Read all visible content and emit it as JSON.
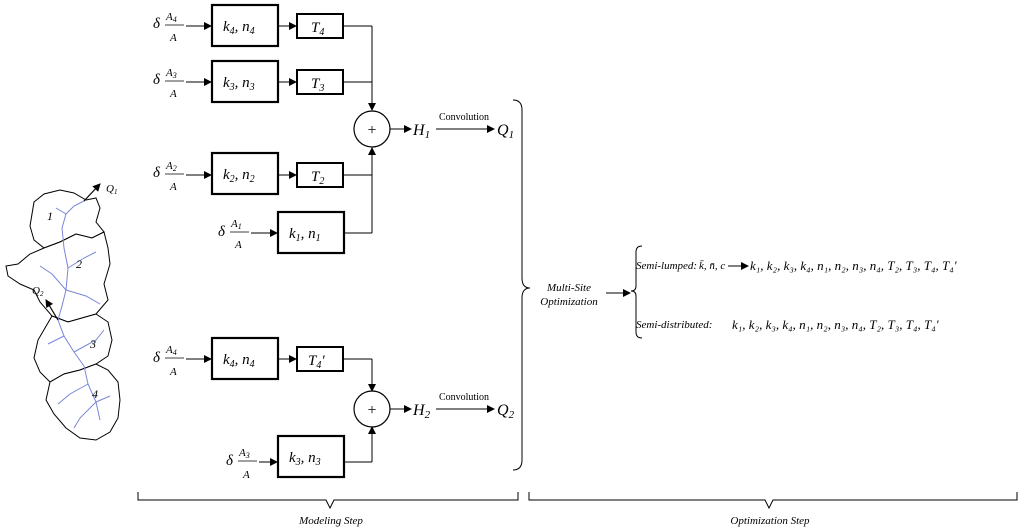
{
  "colors": {
    "stroke": "#000000",
    "river": "#7a86d8",
    "background": "#ffffff"
  },
  "map": {
    "subbasins": [
      "1",
      "2",
      "3",
      "4"
    ],
    "outlet_upper": "Q",
    "outlet_upper_sub": "1",
    "outlet_lower": "Q",
    "outlet_lower_sub": "2"
  },
  "inputs": {
    "delta": "δ",
    "area_total": "A",
    "area_prefix": "A",
    "subs": [
      "4",
      "3",
      "2",
      "1",
      "4",
      "3"
    ]
  },
  "blocks": [
    {
      "k": "k",
      "ksub": "4",
      "n": "n",
      "nsub": "4"
    },
    {
      "k": "k",
      "ksub": "3",
      "n": "n",
      "nsub": "3"
    },
    {
      "k": "k",
      "ksub": "2",
      "n": "n",
      "nsub": "2"
    },
    {
      "k": "k",
      "ksub": "1",
      "n": "n",
      "nsub": "1"
    },
    {
      "k": "k",
      "ksub": "4",
      "n": "n",
      "nsub": "4"
    },
    {
      "k": "k",
      "ksub": "3",
      "n": "n",
      "nsub": "3"
    }
  ],
  "delays": [
    {
      "T": "T",
      "sub": "4",
      "prime": ""
    },
    {
      "T": "T",
      "sub": "3",
      "prime": ""
    },
    {
      "T": "T",
      "sub": "2",
      "prime": ""
    },
    {
      "T": "T",
      "sub": "4",
      "prime": "'"
    }
  ],
  "sum_symbol": "+",
  "upper": {
    "H": "H",
    "Hsub": "1",
    "conv": "Convolution",
    "Q": "Q",
    "Qsub": "1"
  },
  "lower": {
    "H": "H",
    "Hsub": "2",
    "conv": "Convolution",
    "Q": "Q",
    "Qsub": "2"
  },
  "multisite": {
    "line1": "Multi-Site",
    "line2": "Optimization"
  },
  "semi_lumped": {
    "label": "Semi-lumped:",
    "params": "k̄, n̄, c",
    "outputs": "k₁, k₂, k₃, k₄, n₁, n₂, n₃, n₄, T₂, T₃, T₄, T₄'"
  },
  "semi_distributed": {
    "label": "Semi-distributed:",
    "outputs": "k₁, k₂, k₃, k₄, n₁, n₂, n₃, n₄, T₂, T₃, T₄, T₄'"
  },
  "steps": {
    "modeling": "Modeling Step",
    "optimization": "Optimization Step"
  }
}
